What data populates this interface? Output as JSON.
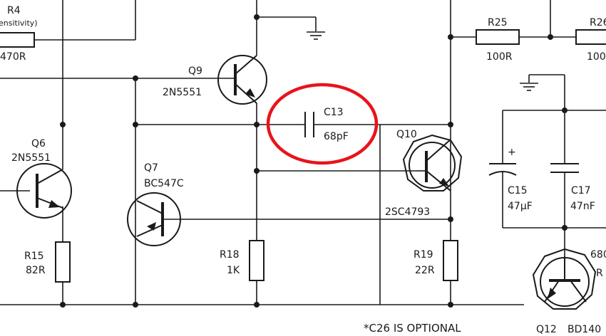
{
  "diagram": {
    "components": {
      "r4": {
        "ref": "R4",
        "note": "ensitivity)",
        "value": "470R"
      },
      "r25": {
        "ref": "R25",
        "value": "100R"
      },
      "r26": {
        "ref": "R26",
        "value": "100"
      },
      "q9": {
        "ref": "Q9",
        "part": "2N5551"
      },
      "c13": {
        "ref": "C13",
        "value": "68pF"
      },
      "q10": {
        "ref": "Q10",
        "part": "2SC4793"
      },
      "q6": {
        "ref": "Q6",
        "part": "2N5551"
      },
      "q7": {
        "ref": "Q7",
        "part": "BC547C"
      },
      "c15": {
        "ref": "C15",
        "value": "47µF",
        "polarity": "+"
      },
      "c17": {
        "ref": "C17",
        "value": "47nF"
      },
      "r15": {
        "ref": "R15",
        "value": "82R"
      },
      "r18": {
        "ref": "R18",
        "value": "1K"
      },
      "r19": {
        "ref": "R19",
        "value": "22R"
      },
      "q12": {
        "ref": "Q12",
        "part": "BD140"
      },
      "partial_right": {
        "ref": "680",
        "ref2": "R"
      }
    },
    "footnote": "*C26 IS OPTIONAL",
    "highlight": {
      "target": "C13",
      "color": "#e8141a"
    },
    "colors": {
      "ink": "#1a1a1a",
      "background": "#ffffff"
    }
  }
}
